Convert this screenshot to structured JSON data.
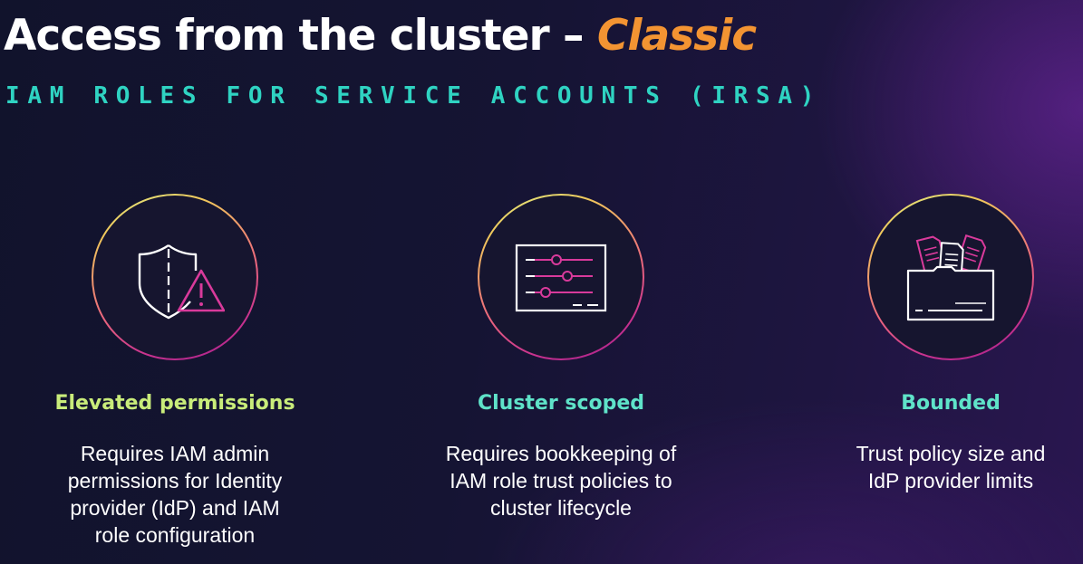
{
  "slide": {
    "title_main": "Access from the cluster – ",
    "title_accent": "Classic",
    "subtitle": "IAM ROLES FOR SERVICE ACCOUNTS (IRSA)"
  },
  "columns": [
    {
      "icon": "shield-warning-icon",
      "heading": "Elevated permissions",
      "heading_color": "#c9ec7a",
      "description": "Requires IAM admin permissions for Identity provider (IdP) and IAM role configuration"
    },
    {
      "icon": "sliders-panel-icon",
      "heading": "Cluster scoped",
      "heading_color": "#5fe3c9",
      "description": "Requires bookkeeping of IAM role trust policies to cluster lifecycle"
    },
    {
      "icon": "folder-documents-icon",
      "heading": "Bounded",
      "heading_color": "#5fe3c9",
      "description": "Trust policy size and IdP provider limits"
    }
  ],
  "colors": {
    "accent_orange": "#f39432",
    "subtitle_teal": "#2fd3c2",
    "icon_pink": "#d93a9b",
    "icon_white": "#ffffff"
  }
}
